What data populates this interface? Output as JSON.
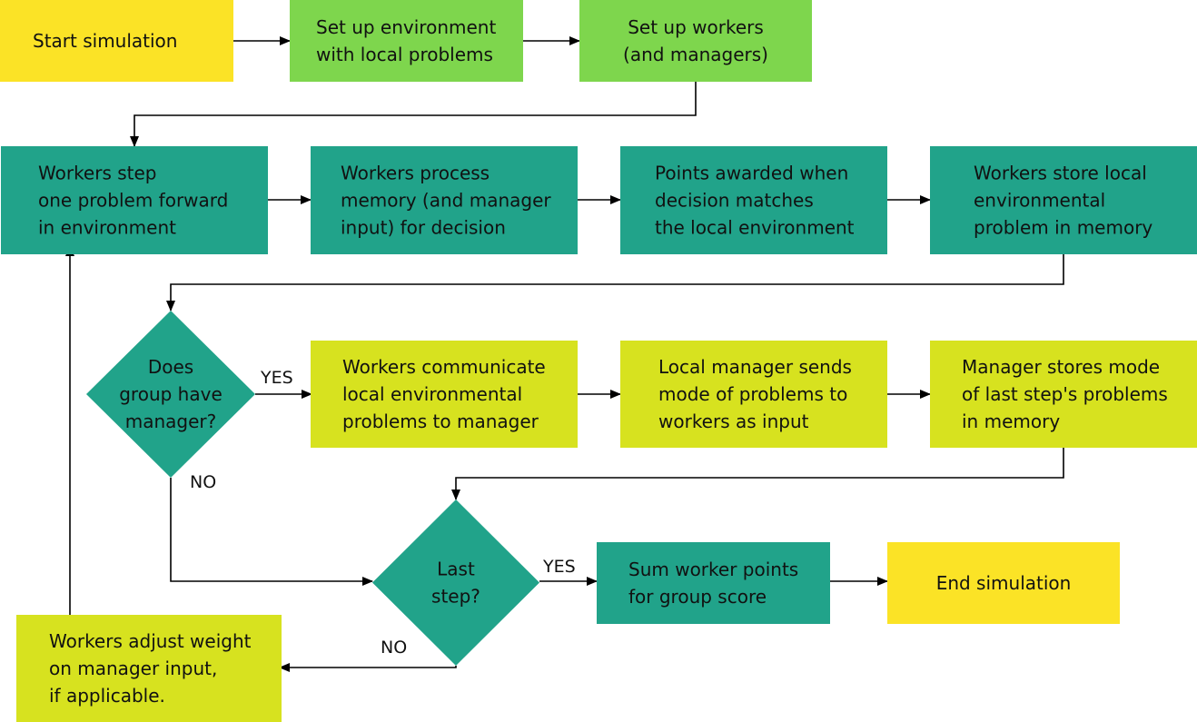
{
  "colors": {
    "yellow": "#FBE326",
    "light_green": "#7ED64D",
    "teal": "#21A38A",
    "yellow_green": "#D7E21F",
    "arrow": "#000000",
    "text": "#111111"
  },
  "nodes": {
    "start": {
      "lines": [
        "Start simulation"
      ],
      "fill": "yellow"
    },
    "setup_env": {
      "lines": [
        "Set up environment",
        "with local problems"
      ],
      "fill": "light_green"
    },
    "setup_workers": {
      "lines": [
        "Set up workers",
        "(and managers)"
      ],
      "fill": "light_green"
    },
    "workers_step": {
      "lines": [
        "Workers step",
        "one problem forward",
        "in environment"
      ],
      "fill": "teal"
    },
    "process_memory": {
      "lines": [
        "Workers process",
        "memory (and manager",
        "input) for decision"
      ],
      "fill": "teal"
    },
    "points_awarded": {
      "lines": [
        "Points awarded when",
        "decision matches",
        "the local environment"
      ],
      "fill": "teal"
    },
    "store_local": {
      "lines": [
        "Workers store local",
        "environmental",
        "problem in memory"
      ],
      "fill": "teal"
    },
    "has_manager": {
      "lines": [
        "Does",
        "group have",
        "manager?"
      ],
      "fill": "teal"
    },
    "communicate": {
      "lines": [
        "Workers communicate",
        "local environmental",
        "problems to manager"
      ],
      "fill": "yellow_green"
    },
    "manager_sends": {
      "lines": [
        "Local manager sends",
        "mode of problems to",
        "workers as input"
      ],
      "fill": "yellow_green"
    },
    "manager_stores": {
      "lines": [
        "Manager stores mode",
        "of last step's problems",
        "in memory"
      ],
      "fill": "yellow_green"
    },
    "last_step": {
      "lines": [
        "Last",
        "step?"
      ],
      "fill": "teal"
    },
    "sum_points": {
      "lines": [
        "Sum worker points",
        "for group score"
      ],
      "fill": "teal"
    },
    "end": {
      "lines": [
        "End simulation"
      ],
      "fill": "yellow"
    },
    "adjust_weight": {
      "lines": [
        "Workers adjust weight",
        "on manager input,",
        "if applicable."
      ],
      "fill": "yellow_green"
    }
  },
  "edge_labels": {
    "manager_yes": "YES",
    "manager_no": "NO",
    "last_yes": "YES",
    "last_no": "NO"
  }
}
